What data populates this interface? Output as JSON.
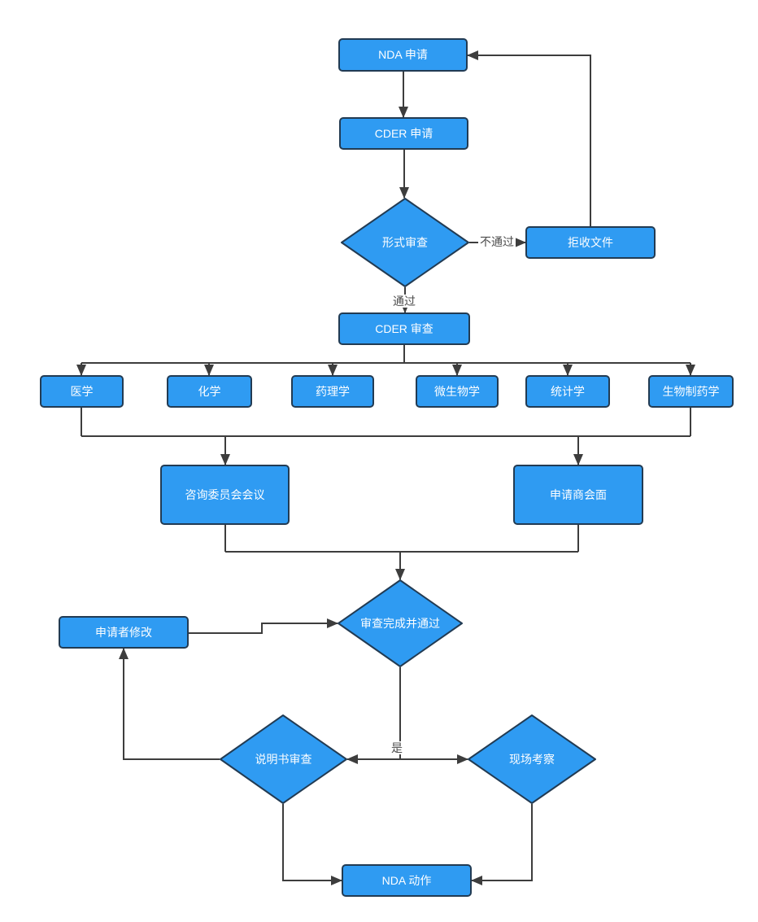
{
  "diagram": {
    "type": "flowchart",
    "language": "zh-CN"
  },
  "colors": {
    "node_fill": "#2f9bf2",
    "node_border": "#223b53",
    "connector": "#3d3d3d",
    "node_text": "#fdfeff",
    "label_text": "#4c4c4c",
    "background": "#ffffff"
  },
  "nodes": {
    "nda_application": {
      "label": "NDA 申请",
      "shape": "rectangle"
    },
    "cder_application": {
      "label": "CDER 申请",
      "shape": "rectangle"
    },
    "formal_review": {
      "label": "形式审查",
      "shape": "diamond"
    },
    "reject_documents": {
      "label": "拒收文件",
      "shape": "rectangle"
    },
    "cder_review": {
      "label": "CDER 审查",
      "shape": "rectangle"
    },
    "medicine": {
      "label": "医学",
      "shape": "rectangle"
    },
    "chemistry": {
      "label": "化学",
      "shape": "rectangle"
    },
    "pharmacology": {
      "label": "药理学",
      "shape": "rectangle"
    },
    "microbiology": {
      "label": "微生物学",
      "shape": "rectangle"
    },
    "statistics": {
      "label": "统计学",
      "shape": "rectangle"
    },
    "biopharmaceutics": {
      "label": "生物制药学",
      "shape": "rectangle"
    },
    "advisory_committee_meeting": {
      "label": "咨询委员会会议",
      "shape": "rectangle"
    },
    "applicant_meeting": {
      "label": "申请商会面",
      "shape": "rectangle"
    },
    "review_complete_passed": {
      "label": "审查完成并通过",
      "shape": "diamond"
    },
    "applicant_modification": {
      "label": "申请者修改",
      "shape": "rectangle"
    },
    "label_review": {
      "label": "说明书审查",
      "shape": "diamond"
    },
    "site_inspection": {
      "label": "现场考察",
      "shape": "diamond"
    },
    "nda_action": {
      "label": "NDA 动作",
      "shape": "rectangle"
    }
  },
  "edge_labels": {
    "fail": "不通过",
    "pass": "通过",
    "yes": "是"
  }
}
